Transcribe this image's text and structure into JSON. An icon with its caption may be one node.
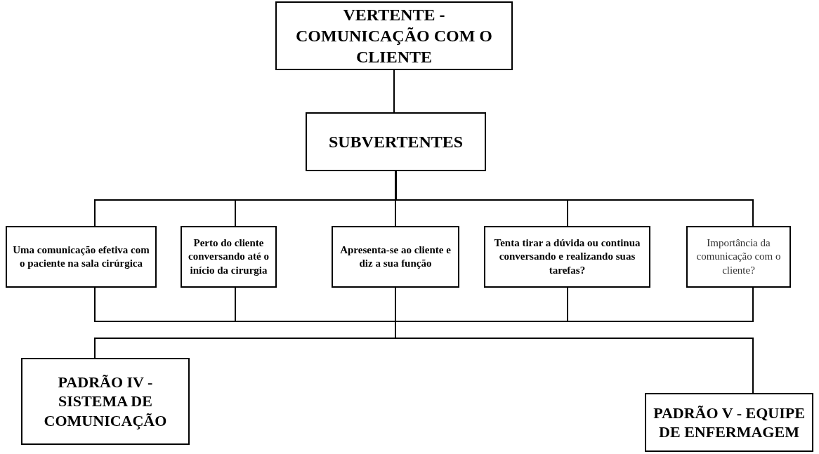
{
  "diagram": {
    "nodes": [
      {
        "text": [
          "VERTENTE - COMUNICAÇÃO COM O CLIENTE"
        ]
      },
      {
        "text": [
          "SUBVERTENTES"
        ]
      },
      {
        "text": [
          "Uma comunicação efetiva com o paciente na sala cirúrgica"
        ]
      },
      {
        "text": [
          "Perto do cliente conversando até o início da cirurgia"
        ]
      },
      {
        "text": [
          "Apresenta-se ao cliente e diz a sua função"
        ]
      },
      {
        "text": [
          "Tenta tirar a dúvida ou continua conversando e realizando suas tarefas?"
        ]
      },
      {
        "text": [
          "Importância da comunicação com o cliente?"
        ]
      },
      {
        "text": [
          "PADRÃO IV - SISTEMA DE COMUNICAÇÃO"
        ]
      },
      {
        "text": [
          "PADRÃO V - EQUIPE DE ENFERMAGEM"
        ]
      }
    ],
    "edges": [
      {
        "from": 0,
        "to": 1,
        "arrow": "none"
      },
      {
        "from": 1,
        "to": 2,
        "arrow": "none"
      },
      {
        "from": 1,
        "to": 3,
        "arrow": "none"
      },
      {
        "from": 1,
        "to": 4,
        "arrow": "none"
      },
      {
        "from": 1,
        "to": 5,
        "arrow": "none"
      },
      {
        "from": 1,
        "to": 6,
        "arrow": "none"
      },
      {
        "from": 2,
        "to": 7,
        "arrow": "none"
      },
      {
        "from": 2,
        "to": 8,
        "arrow": "none"
      },
      {
        "from": 3,
        "to": 7,
        "arrow": "none"
      },
      {
        "from": 3,
        "to": 8,
        "arrow": "none"
      },
      {
        "from": 4,
        "to": 7,
        "arrow": "none"
      },
      {
        "from": 4,
        "to": 8,
        "arrow": "none"
      },
      {
        "from": 5,
        "to": 7,
        "arrow": "none"
      },
      {
        "from": 5,
        "to": 8,
        "arrow": "none"
      },
      {
        "from": 6,
        "to": 7,
        "arrow": "none"
      },
      {
        "from": 6,
        "to": 8,
        "arrow": "none"
      }
    ]
  }
}
